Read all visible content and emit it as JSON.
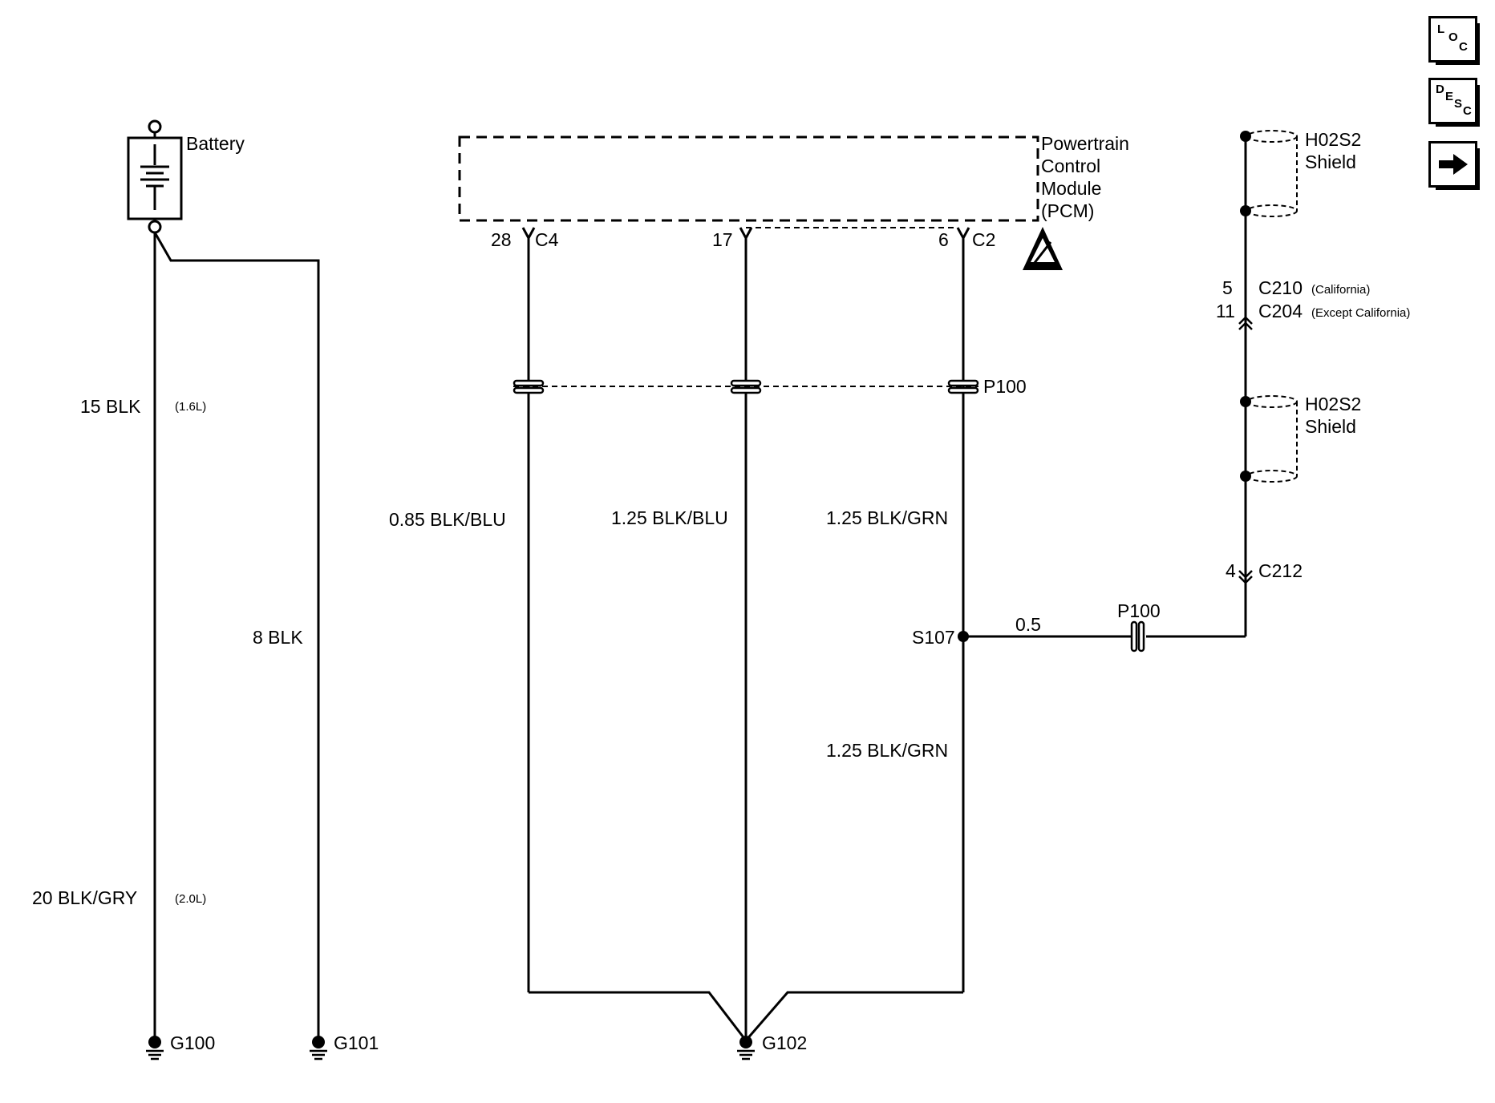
{
  "nav": {
    "loc": {
      "a": "L",
      "b": "O",
      "c": "C"
    },
    "desc": {
      "a": "D",
      "b": "E",
      "c": "S",
      "d": "C"
    }
  },
  "battery": {
    "label": "Battery"
  },
  "pcm": {
    "line1": "Powertrain",
    "line2": "Control",
    "line3": "Module",
    "line4": "(PCM)"
  },
  "pins": {
    "pin28": "28",
    "conn_c4": "C4",
    "pin17": "17",
    "pin6": "6",
    "conn_c2": "C2"
  },
  "wires": {
    "w15blk": "15 BLK",
    "note16l": "(1.6L)",
    "w20blkgry": "20 BLK/GRY",
    "note20l": "(2.0L)",
    "w8blk": "8 BLK",
    "w085": "0.85 BLK/BLU",
    "w125blu": "1.25 BLK/BLU",
    "w125grn_top": "1.25 BLK/GRN",
    "w125grn_bot": "1.25 BLK/GRN",
    "w05": "0.5"
  },
  "splices": {
    "p100_top": "P100",
    "p100_mid": "P100",
    "s107": "S107"
  },
  "shields": {
    "top_line1": "H02S2",
    "top_line2": "Shield",
    "bot_line1": "H02S2",
    "bot_line2": "Shield"
  },
  "connectors": {
    "c210_pin": "5",
    "c210": "C210",
    "c210_note": "(California)",
    "c204_pin": "11",
    "c204": "C204",
    "c204_note": "(Except California)",
    "c212_pin": "4",
    "c212": "C212"
  },
  "grounds": {
    "g100": "G100",
    "g101": "G101",
    "g102": "G102"
  }
}
